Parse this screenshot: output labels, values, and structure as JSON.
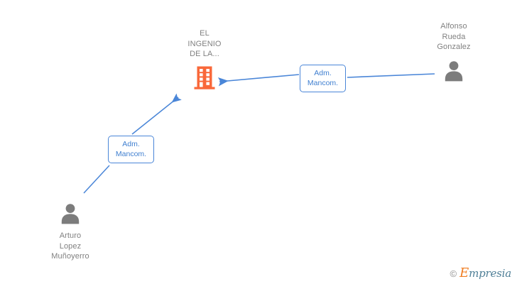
{
  "graph": {
    "background_color": "#ffffff",
    "nodes": [
      {
        "id": "company",
        "type": "company",
        "label": "EL\nINGENIO\nDE LA...",
        "icon": "building-icon",
        "icon_color": "#f9683a",
        "label_color": "#808080"
      },
      {
        "id": "alfonso",
        "type": "person",
        "label": "Alfonso\nRueda\nGonzalez",
        "icon": "person-icon",
        "icon_color": "#7c7c7c",
        "label_color": "#808080"
      },
      {
        "id": "arturo",
        "type": "person",
        "label": "Arturo\nLopez\nMuñoyerro",
        "icon": "person-icon",
        "icon_color": "#7c7c7c",
        "label_color": "#808080"
      }
    ],
    "edges": [
      {
        "id": "edge-alfonso",
        "from": "alfonso",
        "to": "company",
        "label": "Adm.\nMancom.",
        "color": "#4a86d8",
        "directed": true
      },
      {
        "id": "edge-arturo",
        "from": "arturo",
        "to": "company",
        "label": "Adm.\nMancom.",
        "color": "#4a86d8",
        "directed": true
      }
    ]
  },
  "watermark": {
    "copyright": "©",
    "brand_initial": "E",
    "brand_rest": "mpresia",
    "brand_initial_color": "#f07d22",
    "brand_rest_color": "#4f7f97"
  }
}
